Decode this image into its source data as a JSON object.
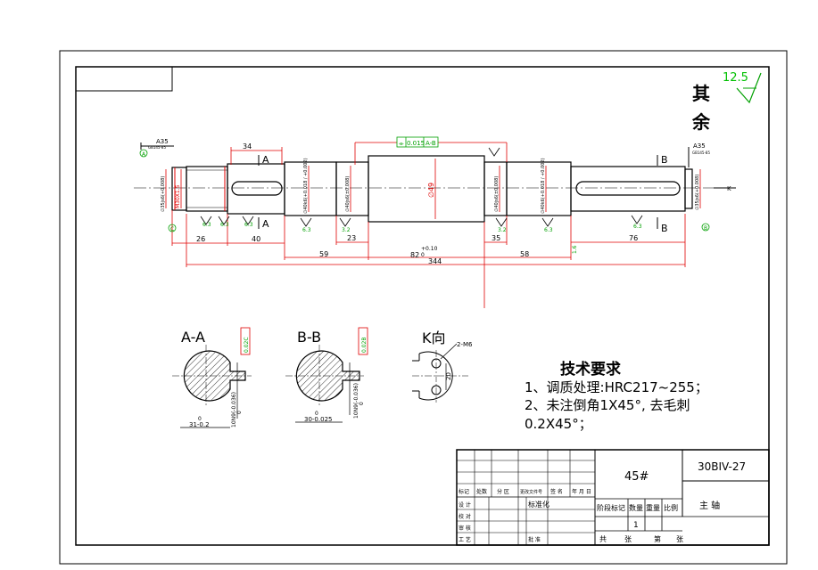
{
  "title_block": {
    "material": "45#",
    "drawing_number": "30BIV-27",
    "part_name": "主 轴",
    "header_cells": [
      "标记",
      "处数",
      "分 区",
      "更改文件号",
      "签 名",
      "年 月 日"
    ],
    "row_labels": [
      "设 计",
      "校 对",
      "审 核",
      "工 艺"
    ],
    "standardize": "标准化",
    "approve": "批 准",
    "stage_labels": [
      "阶段标记",
      "数量",
      "重量",
      "比例"
    ],
    "quantity": "1",
    "sheets": [
      "共",
      "张",
      "第",
      "张"
    ]
  },
  "roughness": {
    "value": "12.5",
    "note_line1": "其",
    "note_line2": "余"
  },
  "requirements": {
    "title": "技术要求",
    "item1": "1、调质处理:HRC217~255；",
    "item2": "2、未注倒角1X45°, 去毛刺",
    "item3": "0.2X45°；"
  },
  "tolerance_frame": {
    "symbol": "⌯",
    "value": "0.015",
    "datum": "A-B"
  },
  "dimensions": {
    "d34": "34",
    "d26": "26",
    "d40": "40",
    "d23": "23",
    "d35": "35",
    "d76": "76",
    "d59": "59",
    "d82": "82",
    "d82_tol": "+0.10",
    "d82_tol2": "0",
    "d58": "58",
    "d344": "344",
    "d49": "∅49",
    "d40k": "∅40k6(+0.018 / +0.002)",
    "d40kb": "∅40k6(+0.018 / +0.002)",
    "d40js": "∅40js6(±0.008)",
    "d35js": "∅35js6(+0.008)",
    "d35js_r": "∅35js6(+0.008)",
    "m30": "M30X1.5",
    "a35": "A35",
    "a35r": "A35",
    "gb": "GB145-85",
    "gbr": "GB145-85",
    "k_label": "K",
    "sec_a": "A",
    "sec_a2": "A",
    "sec_b": "B",
    "sec_b2": "B",
    "ra": [
      "6.3",
      "6.3",
      "6.3",
      "3.2",
      "3.2",
      "6.3",
      "6.3",
      "6.3",
      "1.6"
    ],
    "circle_a": "A",
    "circle_b": "B",
    "circle_c": "C"
  },
  "sections": {
    "aa_title": "A-A",
    "bb_title": "B-B",
    "k_title": "K向",
    "aa_dim": "31-0.2",
    "aa_dim0": "0",
    "aa_key": "10N9(-0.036)",
    "aa_key0": "0",
    "bb_dim": "30-0.025",
    "bb_dim0": "0",
    "bb_key": "10N9(-0.036)",
    "bb_key0": "0",
    "k_hole": "2-M6",
    "k_dim": "20",
    "sym_val_a": "0.02C",
    "sym_val_b": "0.02B"
  }
}
